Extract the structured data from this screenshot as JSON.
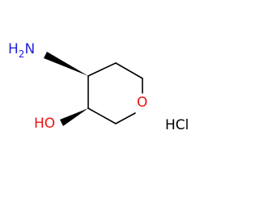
{
  "molecule": {
    "atoms": {
      "nh2": {
        "main": "H",
        "sub": "2",
        "tail": "N",
        "color": "#2222dd"
      },
      "oh": {
        "text": "HO",
        "color": "#ee1111"
      },
      "ring_o": {
        "text": "O",
        "color": "#ee1111"
      }
    },
    "salt": {
      "text": "HCl",
      "color": "#000000"
    },
    "bond_color": "#000000"
  }
}
